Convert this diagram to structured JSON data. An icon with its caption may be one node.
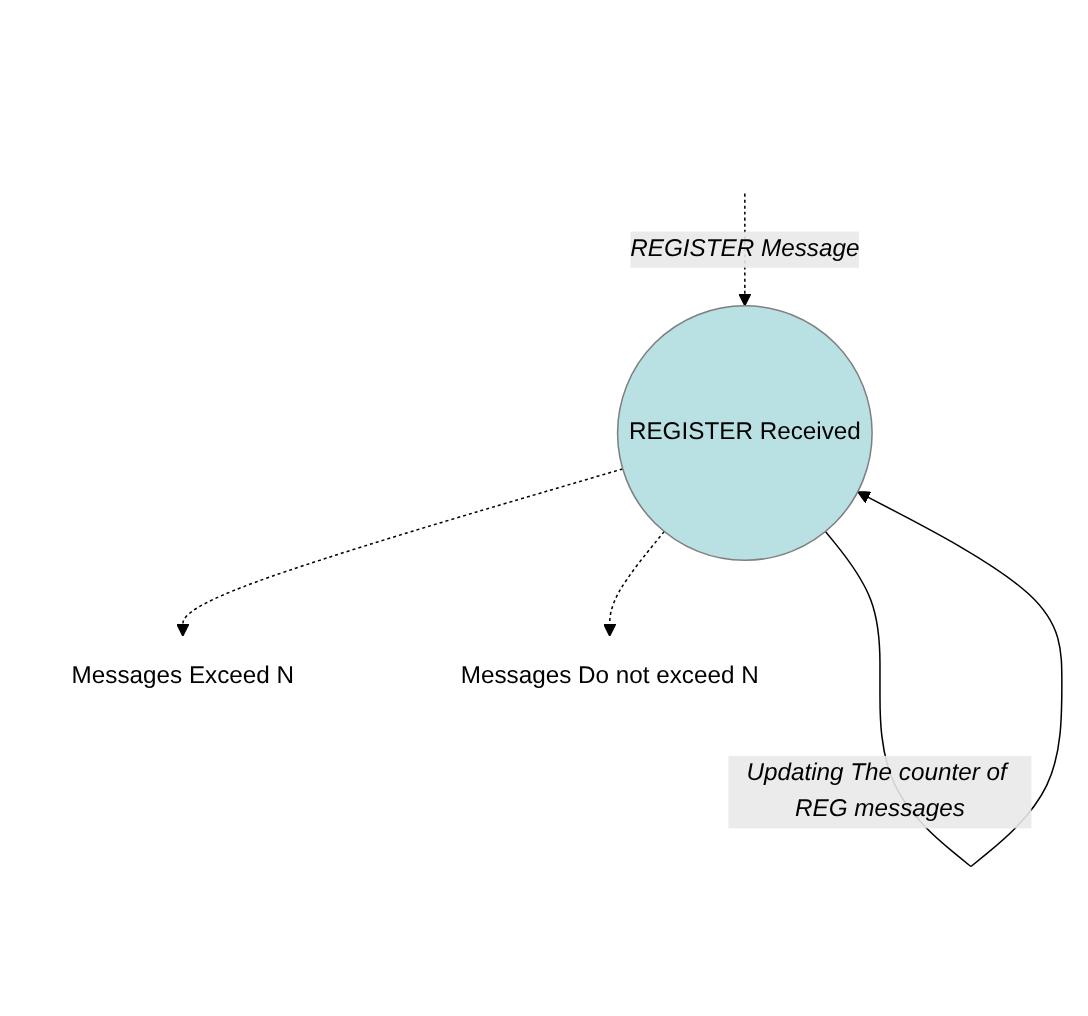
{
  "diagram": {
    "nodes": [
      {
        "text": [
          "REGISTER Received"
        ]
      },
      {
        "text": [
          "Messages Exceed N"
        ]
      },
      {
        "text": [
          "Messages Do not exceed N"
        ]
      }
    ],
    "edges": [
      {
        "from": null,
        "to": 0,
        "arrow": "to",
        "style": "dashed",
        "label": "REGISTER Message"
      },
      {
        "from": 0,
        "to": 1,
        "arrow": "to",
        "style": "dashed"
      },
      {
        "from": 0,
        "to": 2,
        "arrow": "to",
        "style": "dashed"
      },
      {
        "from": 0,
        "to": 0,
        "arrow": "to",
        "label": "Updating The counter of REG messages"
      }
    ]
  }
}
